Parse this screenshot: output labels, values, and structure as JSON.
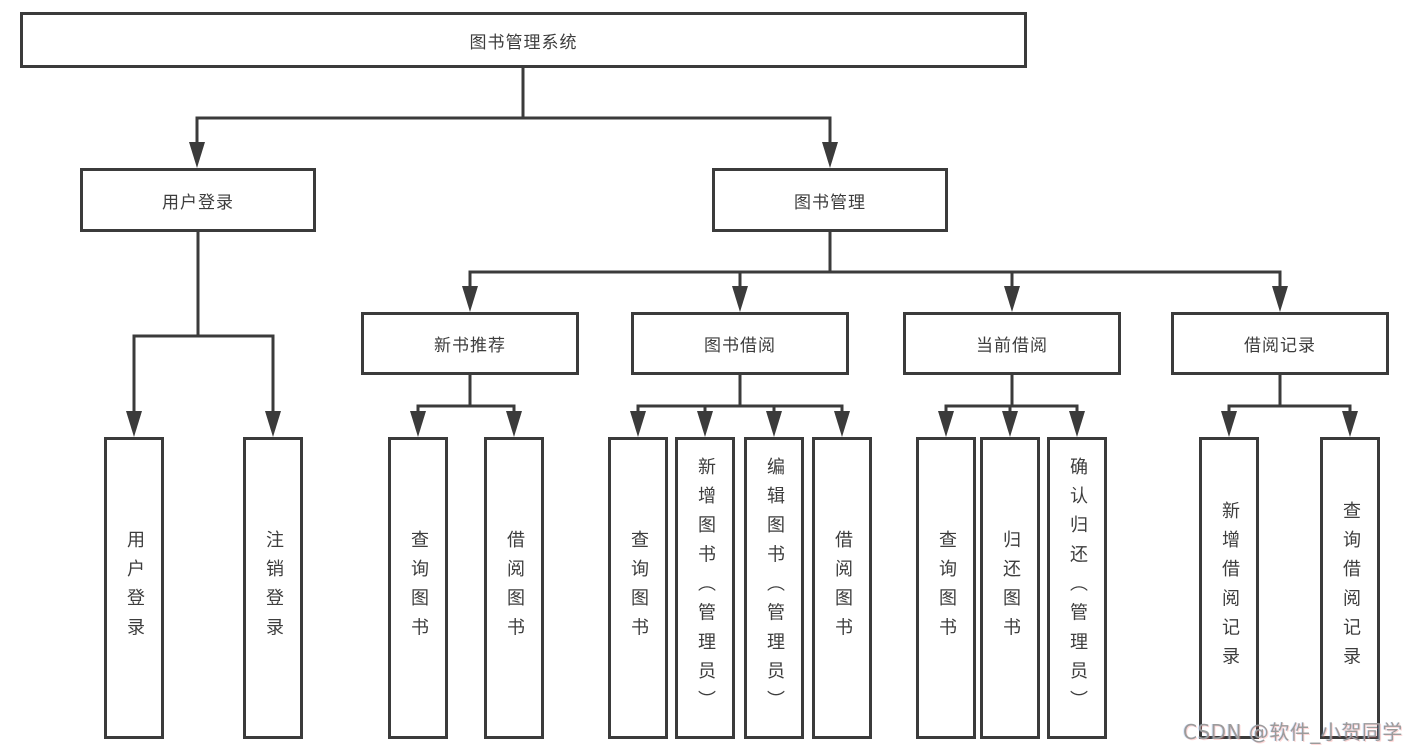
{
  "diagram": {
    "root": {
      "label": "图书管理系统"
    },
    "level2": [
      {
        "label": "用户登录"
      },
      {
        "label": "图书管理"
      }
    ],
    "level3": [
      {
        "label": "新书推荐",
        "parent": "图书管理"
      },
      {
        "label": "图书借阅",
        "parent": "图书管理"
      },
      {
        "label": "当前借阅",
        "parent": "图书管理"
      },
      {
        "label": "借阅记录",
        "parent": "图书管理"
      }
    ],
    "level4": [
      {
        "label": "用户登录",
        "parent": "用户登录"
      },
      {
        "label": "注销登录",
        "parent": "用户登录"
      },
      {
        "label": "查询图书",
        "parent": "新书推荐"
      },
      {
        "label": "借阅图书",
        "parent": "新书推荐"
      },
      {
        "label": "查询图书",
        "parent": "图书借阅"
      },
      {
        "label": "新增图书（管理员）",
        "parent": "图书借阅"
      },
      {
        "label": "编辑图书（管理员）",
        "parent": "图书借阅"
      },
      {
        "label": "借阅图书",
        "parent": "图书借阅"
      },
      {
        "label": "查询图书",
        "parent": "当前借阅"
      },
      {
        "label": "归还图书",
        "parent": "当前借阅"
      },
      {
        "label": "确认归还（管理员）",
        "parent": "当前借阅"
      },
      {
        "label": "新增借阅记录",
        "parent": "借阅记录"
      },
      {
        "label": "查询借阅记录",
        "parent": "借阅记录"
      }
    ]
  },
  "watermark": {
    "text": "CSDN @软件_小贺同学"
  },
  "colors": {
    "line": "#3b3b3b",
    "text": "#3d3d3d",
    "background": "#ffffff",
    "watermark": "#9b9b9b"
  }
}
